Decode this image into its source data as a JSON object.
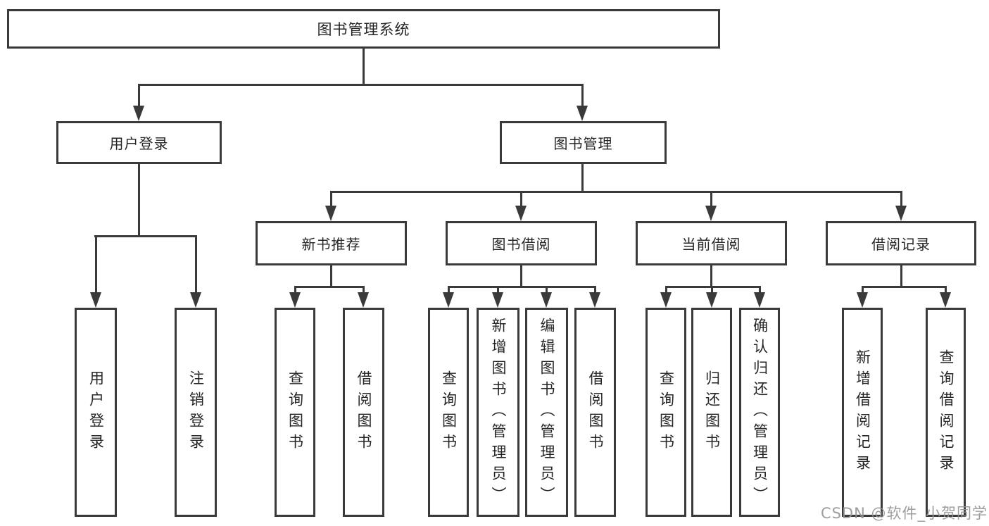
{
  "diagram": {
    "root": "图书管理系统",
    "level2": {
      "user_login": "用户登录",
      "book_mgmt": "图书管理"
    },
    "level3": {
      "new_books": "新书推荐",
      "borrowing": "图书借阅",
      "current": "当前借阅",
      "records": "借阅记录"
    },
    "leaves": {
      "user_login_1": "用户登录",
      "user_login_2": "注销登录",
      "new_books_1": "查询图书",
      "new_books_2": "借阅图书",
      "borrowing_1": "查询图书",
      "borrowing_2": "新增图书（管理员）",
      "borrowing_3": "编辑图书（管理员）",
      "borrowing_4": "借阅图书",
      "current_1": "查询图书",
      "current_2": "归还图书",
      "current_3": "确认归还（管理员）",
      "records_1": "新增借阅记录",
      "records_2": "查询借阅记录"
    }
  },
  "watermark": {
    "text": "CSDN @软件_小贺同学",
    "color": "#949494"
  },
  "colors": {
    "line": "#3a3a3a",
    "text": "#262626",
    "background": "#ffffff"
  }
}
